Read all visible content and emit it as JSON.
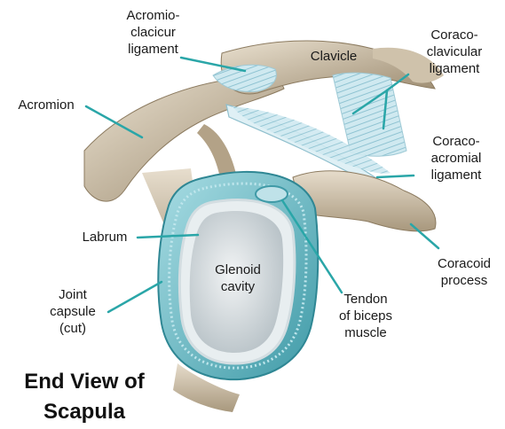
{
  "labels": {
    "acromioclavicular": [
      "Acromio-",
      "clacicur",
      "ligament"
    ],
    "clavicle": [
      "Clavicle"
    ],
    "coracoclavicular": [
      "Coraco-",
      "clavicular",
      "ligament"
    ],
    "acromion": [
      "Acromion"
    ],
    "coracoacromial": [
      "Coraco-",
      "acromial",
      "ligament"
    ],
    "labrum": [
      "Labrum"
    ],
    "glenoid": [
      "Glenoid",
      "cavity"
    ],
    "coracoid": [
      "Coracoid",
      "process"
    ],
    "joint_capsule": [
      "Joint",
      "capsule",
      "(cut)"
    ],
    "biceps_tendon": [
      "Tendon",
      "of biceps",
      "muscle"
    ]
  },
  "title": [
    "End View of",
    "Scapula"
  ],
  "colors": {
    "bone": "#d9cdb8",
    "bone_shadow": "#a8987d",
    "capsule": "#7cc6d0",
    "capsule_dark": "#3f9aa7",
    "glenoid": "#dfe3e6",
    "ligament": "#c9e6ef",
    "leader": "#2aa6a8"
  }
}
